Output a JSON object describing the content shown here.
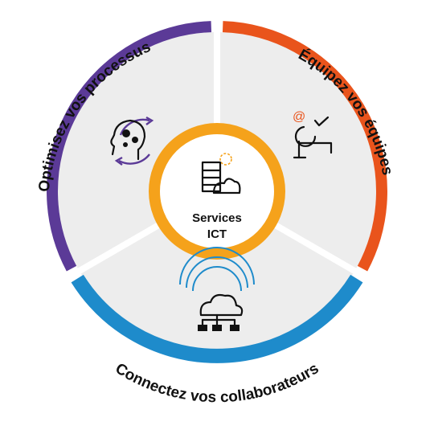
{
  "center": {
    "line1": "Services",
    "line2": "ICT"
  },
  "segments": [
    {
      "label": "Optimisez vos processus",
      "color": "#5B3A97",
      "icon": "brain-gears-icon"
    },
    {
      "label": "Équipez vos équipes",
      "color": "#E9541C",
      "icon": "worker-checklist-icon"
    },
    {
      "label": "Connectez vos collaborateurs",
      "color": "#1E8BCB",
      "icon": "cloud-network-icon"
    }
  ],
  "colors": {
    "segment_fill": "#EDEDED",
    "separator": "#FFFFFF",
    "center_ring": "#F5A21B",
    "center_fill": "#FFFFFF",
    "icon_accent_orange": "#F5A21B",
    "icon_accent_purple": "#5B3A97",
    "icon_accent_blue": "#1E8BCB"
  }
}
